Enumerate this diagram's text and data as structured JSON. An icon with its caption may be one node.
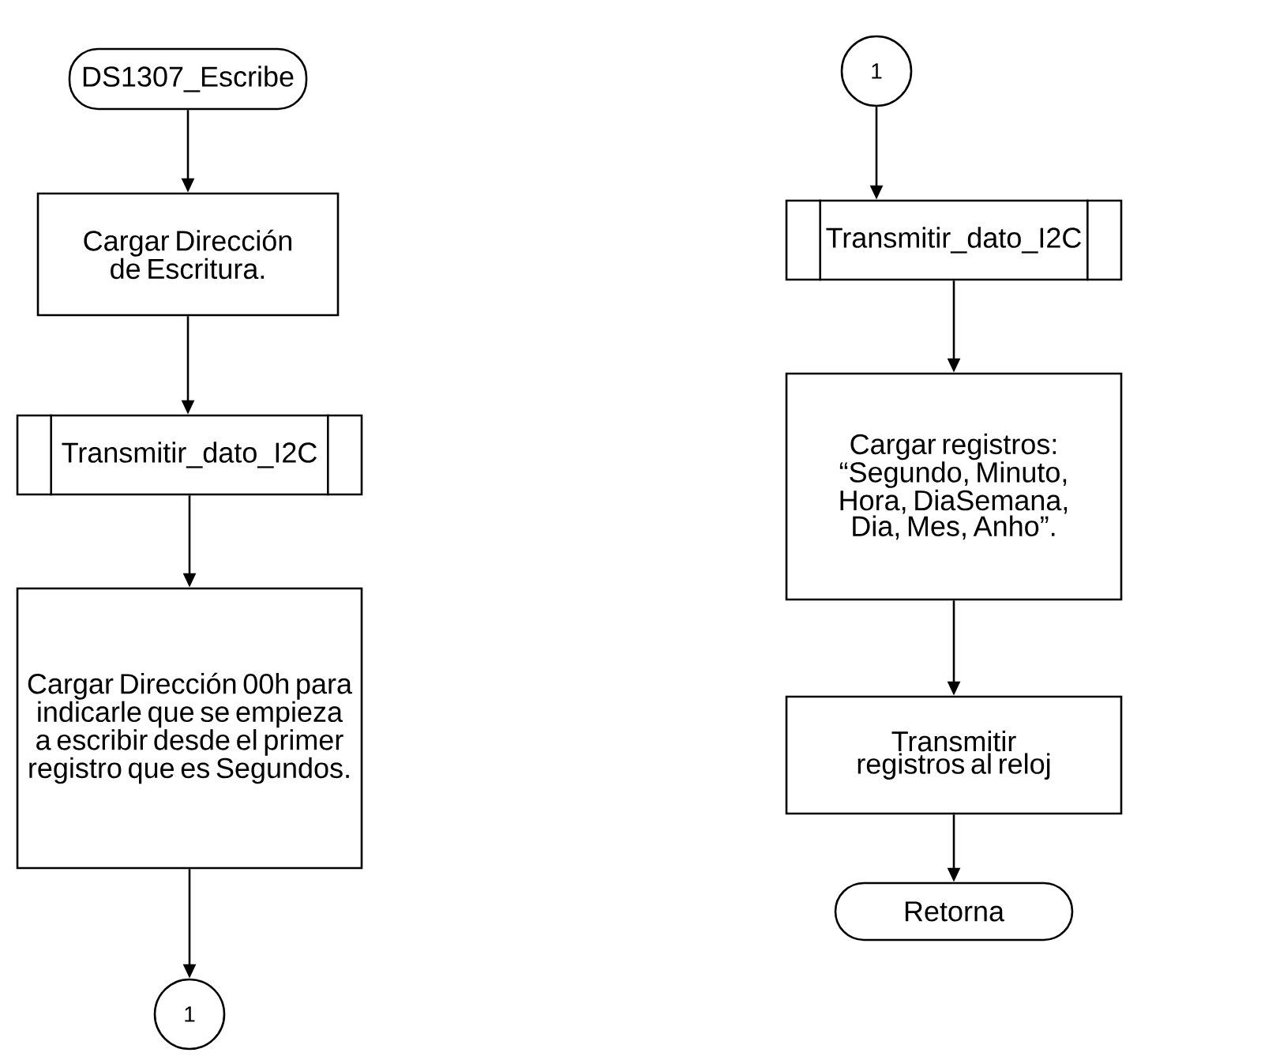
{
  "diagram": {
    "nodes": [
      {
        "text": [
          "DS1307_Escribe"
        ]
      },
      {
        "text": [
          "Cargar Dirección de Escritura."
        ]
      },
      {
        "text": [
          "Transmitir_dato_I2C"
        ]
      },
      {
        "text": [
          "Cargar Dirección 00h para indicarle que se empieza a escribir desde el primer registro que es Segundos."
        ]
      },
      {
        "text": [
          "1"
        ]
      },
      {
        "text": [
          "1"
        ]
      },
      {
        "text": [
          "Transmitir_dato_I2C"
        ]
      },
      {
        "text": [
          "Cargar registros: “Segundo, Minuto, Hora, DiaSemana, Dia, Mes, Anho”."
        ]
      },
      {
        "text": [
          "Transmitir registros al reloj"
        ]
      },
      {
        "text": [
          "Retorna"
        ]
      }
    ],
    "edges": [
      {
        "from": 0,
        "to": 1,
        "arrow": "to"
      },
      {
        "from": 1,
        "to": 2,
        "arrow": "to"
      },
      {
        "from": 2,
        "to": 3,
        "arrow": "to"
      },
      {
        "from": 3,
        "to": 4,
        "arrow": "to"
      },
      {
        "from": 5,
        "to": 6,
        "arrow": "to"
      },
      {
        "from": 6,
        "to": 7,
        "arrow": "to"
      },
      {
        "from": 7,
        "to": 8,
        "arrow": "to"
      },
      {
        "from": 8,
        "to": 9,
        "arrow": "to"
      }
    ]
  }
}
